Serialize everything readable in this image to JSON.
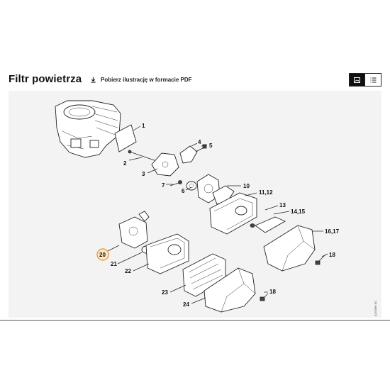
{
  "header": {
    "title": "Filtr powietrza",
    "download_label": "Pobierz ilustrację w formacie PDF"
  },
  "view_toggle": {
    "image_view": "image-view-icon",
    "list_view": "list-view-icon"
  },
  "diagram": {
    "callouts": [
      "1",
      "2",
      "3",
      "4",
      "5",
      "6",
      "7",
      "10",
      "11,12",
      "13",
      "14,15",
      "16,17",
      "18",
      "18",
      "20",
      "21",
      "22",
      "23",
      "24"
    ],
    "highlight_color": "#f0a040",
    "reference_code": "4237066 SC"
  }
}
